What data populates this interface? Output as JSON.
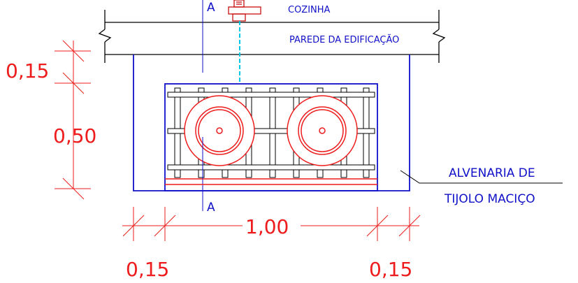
{
  "labels": {
    "section_top": "A",
    "section_bottom": "A",
    "kitchen": "COZINHA",
    "building_wall": "PAREDE DA EDIFICAÇÃO",
    "masonry_line1": "ALVENARIA DE",
    "masonry_line2": "TIJOLO MACIÇO"
  },
  "dimensions": {
    "top_offset": "0,15",
    "height": "0,50",
    "width": "1,00",
    "left_offset": "0,15",
    "right_offset": "0,15"
  },
  "colors": {
    "dimension": "#ee1c1c",
    "outline": "#1010c8",
    "pipe": "#00c8e6",
    "wall": "#000000"
  }
}
